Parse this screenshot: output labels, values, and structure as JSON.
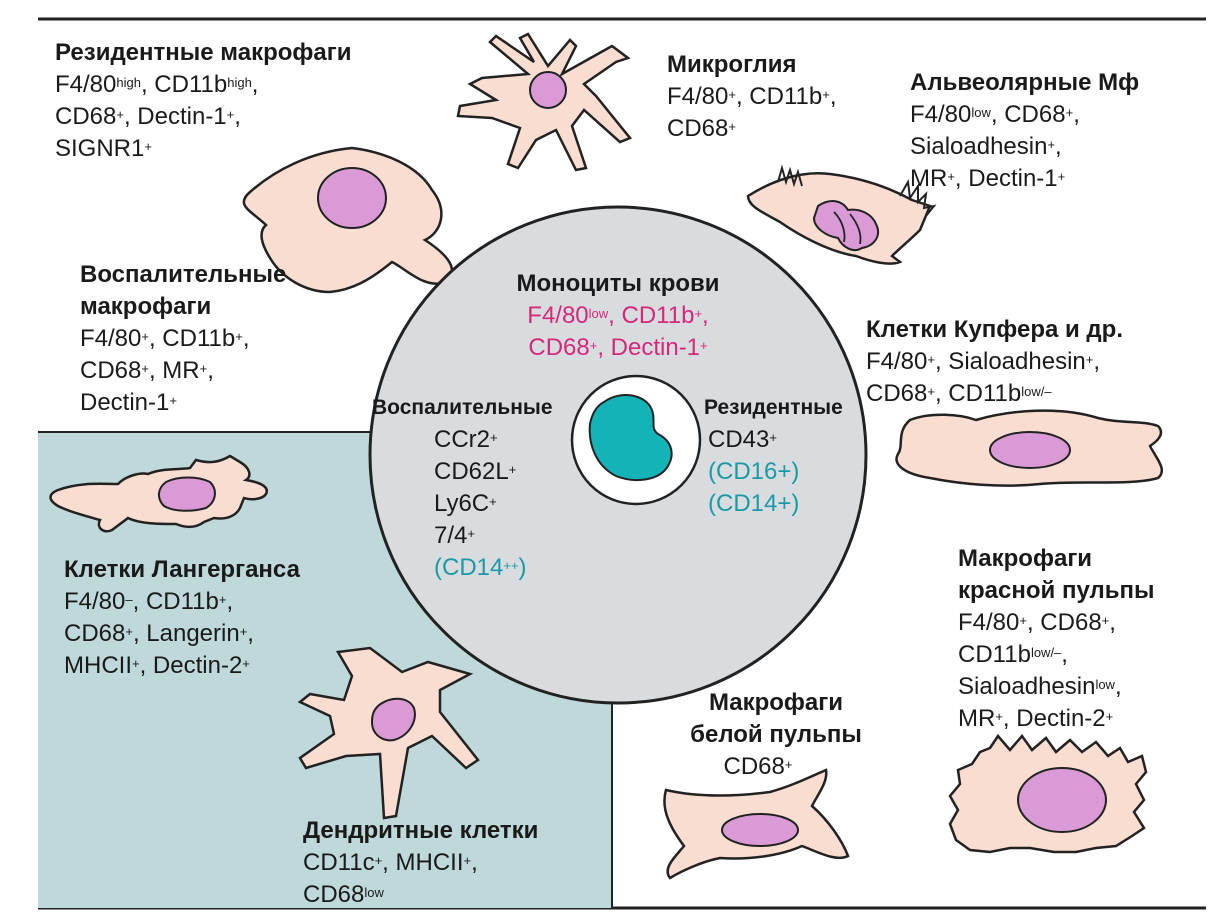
{
  "diagram": {
    "center": {
      "title": "Моноциты крови",
      "markers": [
        "F4/80|low|, CD11b|+|,",
        "CD68|+|, Dectin-1|+|"
      ],
      "left": {
        "title": "Воспалительные",
        "markers": [
          "CCr2|+|",
          "CD62L|+|",
          "Ly6C|+|",
          "7/4|+|"
        ],
        "extra": [
          "(CD14|++|)"
        ]
      },
      "right": {
        "title": "Резидентные",
        "markers": [
          "CD43|+|"
        ],
        "extra": [
          "(CD16+)",
          "(CD14+)"
        ]
      }
    },
    "cells": [
      {
        "id": "resident",
        "title": [
          "Резидентные макрофаги"
        ],
        "markers": [
          "F4/80|high|, CD11b|high|,",
          "CD68|+|, Dectin-1|+|,",
          "SIGNR1|+|"
        ]
      },
      {
        "id": "microglia",
        "title": [
          "Микроглия"
        ],
        "markers": [
          "F4/80|+|, CD11b|+|,",
          "CD68|+|"
        ]
      },
      {
        "id": "alveolar",
        "title": [
          "Альвеолярные Мф"
        ],
        "markers": [
          "F4/80|low|, CD68|+|,",
          "Sialoadhesin|+|,",
          "MR|+|, Dectin-1|+|"
        ]
      },
      {
        "id": "inflammatory",
        "title": [
          "Воспалительные",
          "макрофаги"
        ],
        "markers": [
          "F4/80|+|, CD11b|+|,",
          "CD68|+|, MR|+|,",
          "Dectin-1|+|"
        ]
      },
      {
        "id": "kupffer",
        "title": [
          "Клетки Купфера и др."
        ],
        "markers": [
          "F4/80|+|, Sialoadhesin|+|,",
          "CD68|+|, CD11b|low/–|"
        ]
      },
      {
        "id": "langerhans",
        "title": [
          "Клетки Лангерганса"
        ],
        "markers": [
          "F4/80|–|, CD11b|+|,",
          "CD68|+|, Langerin|+|,",
          "MHCII|+|, Dectin-2|+|"
        ]
      },
      {
        "id": "red-pulp",
        "title": [
          "Макрофаги",
          "красной пульпы"
        ],
        "markers": [
          "F4/80|+|, CD68|+|,",
          "CD11b|low/–|,",
          "Sialoadhesin|low|,",
          "MR|+|, Dectin-2|+|"
        ]
      },
      {
        "id": "white-pulp",
        "title": [
          "Макрофаги",
          "белой пульпы"
        ],
        "markers": [
          "CD68|+|"
        ]
      },
      {
        "id": "dendritic",
        "title": [
          "Дендритные клетки"
        ],
        "markers": [
          "CD11c|+|, MHCII|+|,",
          "CD68|low|"
        ]
      }
    ],
    "colors": {
      "cell_body": "#f9ddd0",
      "nucleus": "#d99ad6",
      "center_circle": "#d9dcdf",
      "teal_panel": "#bfd9db",
      "monocyte_nucleus": "#14b3b8",
      "magenta_text": "#d6287a",
      "teal_text": "#1a9aa6"
    }
  }
}
